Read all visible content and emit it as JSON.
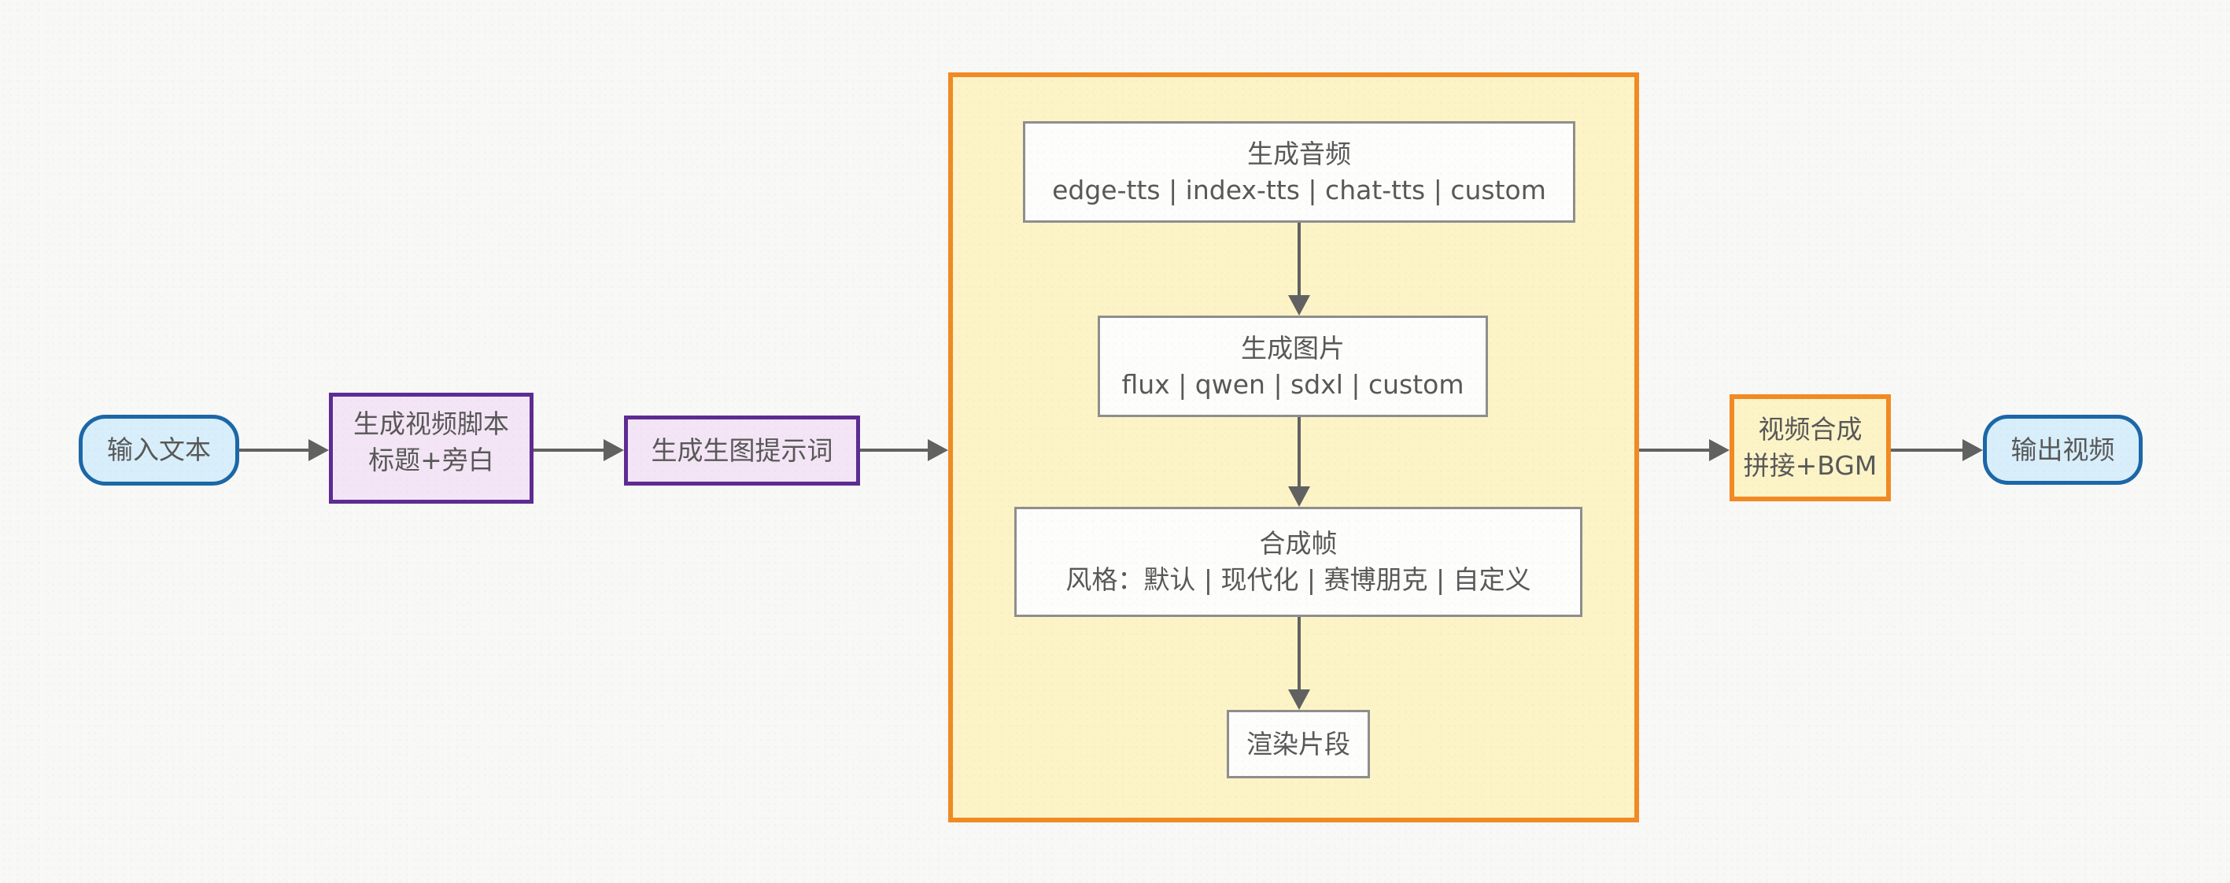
{
  "diagram_type": "flowchart",
  "nodes": {
    "input": {
      "label": "输入文本"
    },
    "script": {
      "line1": "生成视频脚本",
      "line2": "标题+旁白"
    },
    "prompt": {
      "label": "生成生图提示词"
    },
    "scene_group": {
      "audio": {
        "line1": "生成音频",
        "line2": "edge-tts | index-tts | chat-tts | custom"
      },
      "image": {
        "line1": "生成图片",
        "line2": "flux | qwen | sdxl | custom"
      },
      "frame": {
        "line1": "合成帧",
        "line2": "风格：默认 | 现代化 | 赛博朋克 | 自定义"
      },
      "render": {
        "label": "渲染片段"
      }
    },
    "compose": {
      "line1": "视频合成",
      "line2": "拼接+BGM"
    },
    "output": {
      "label": "输出视频"
    }
  },
  "edges": [
    {
      "from": "input",
      "to": "script"
    },
    {
      "from": "script",
      "to": "prompt"
    },
    {
      "from": "prompt",
      "to": "scene_group"
    },
    {
      "from": "scene_group.audio",
      "to": "scene_group.image"
    },
    {
      "from": "scene_group.image",
      "to": "scene_group.frame"
    },
    {
      "from": "scene_group.frame",
      "to": "scene_group.render"
    },
    {
      "from": "scene_group",
      "to": "compose"
    },
    {
      "from": "compose",
      "to": "output"
    }
  ],
  "colors": {
    "canvas_bg": "#f8f8f6",
    "node_text": "#585858",
    "arrow": "#616161",
    "terminal_fill": "#d8eefa",
    "terminal_border": "#1b67a7",
    "process_fill": "#f4e5f6",
    "process_border": "#5d2c92",
    "container_fill": "#fcf4c7",
    "container_border": "#f18a23",
    "step_fill": "#fdfdfc",
    "step_border": "#8e8e8e"
  }
}
